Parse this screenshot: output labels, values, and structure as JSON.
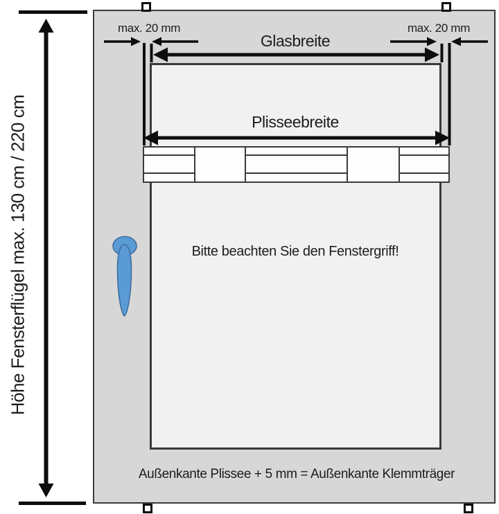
{
  "labels": {
    "height": "Höhe Fensterflügel max. 130 cm / 220 cm",
    "max_gap_left": "max. 20 mm",
    "max_gap_right": "max. 20 mm",
    "glass_width": "Glasbreite",
    "pleat_width": "Plisseebreite",
    "handle_notice": "Bitte beachten Sie den Fenstergriff!",
    "mounting_rule": "Außenkante Plissee + 5 mm = Außenkante Klemmträger"
  },
  "colors": {
    "background": "#ffffff",
    "frame": "#d7d7d7",
    "glass": "#f1f1f1",
    "rail": "#fefefe",
    "outline": "#3a3a3a",
    "arrow": "#0d0d0d",
    "text": "#1c1c1c",
    "handle_fill": "#5b9bd5",
    "handle_stroke": "#3c6e9f"
  }
}
